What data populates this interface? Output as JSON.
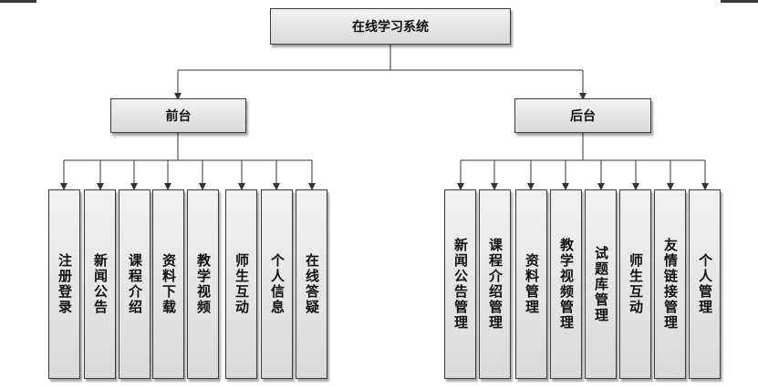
{
  "root": {
    "label": "在线学习系统"
  },
  "front": {
    "label": "前台",
    "items": [
      "注册登录",
      "新闻公告",
      "课程介绍",
      "资料下载",
      "教学视频",
      "师生互动",
      "个人信息",
      "在线答疑"
    ]
  },
  "back": {
    "label": "后台",
    "items": [
      "新闻公告管理",
      "课程介绍管理",
      "资料管理",
      "教学视频管理",
      "试题库管理",
      "师生互动",
      "友情链接管理",
      "个人管理"
    ]
  }
}
